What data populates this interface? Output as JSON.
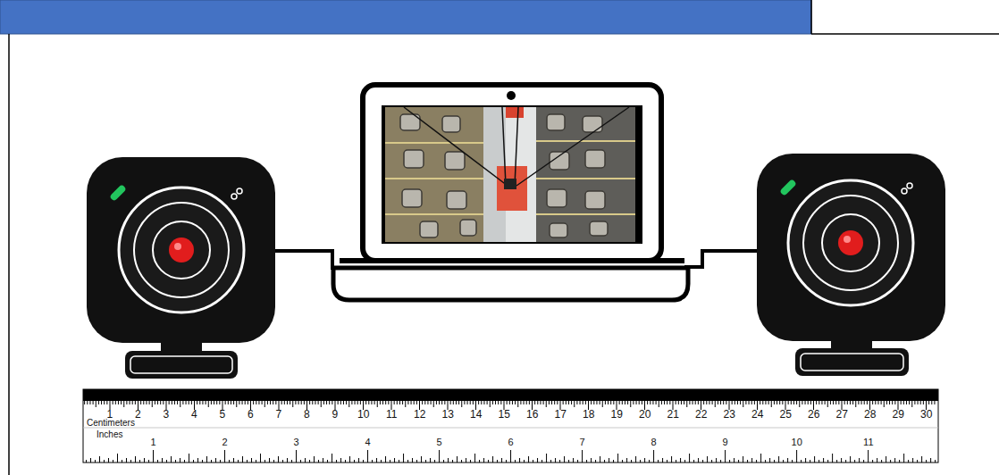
{
  "diagram": {
    "labels": [
      "1",
      "2",
      "3",
      "4",
      "5",
      "6",
      "7",
      "8",
      "9",
      "10",
      "11",
      "12",
      "13",
      "14",
      "15",
      "16",
      "17",
      "18",
      "19",
      "20",
      "21",
      "22",
      "23",
      "24",
      "25",
      "26",
      "27",
      "28",
      "29",
      "30",
      "Centimeters",
      "Inches",
      "1",
      "2",
      "3",
      "4",
      "5",
      "6",
      "7",
      "8",
      "9",
      "10",
      "11"
    ]
  }
}
